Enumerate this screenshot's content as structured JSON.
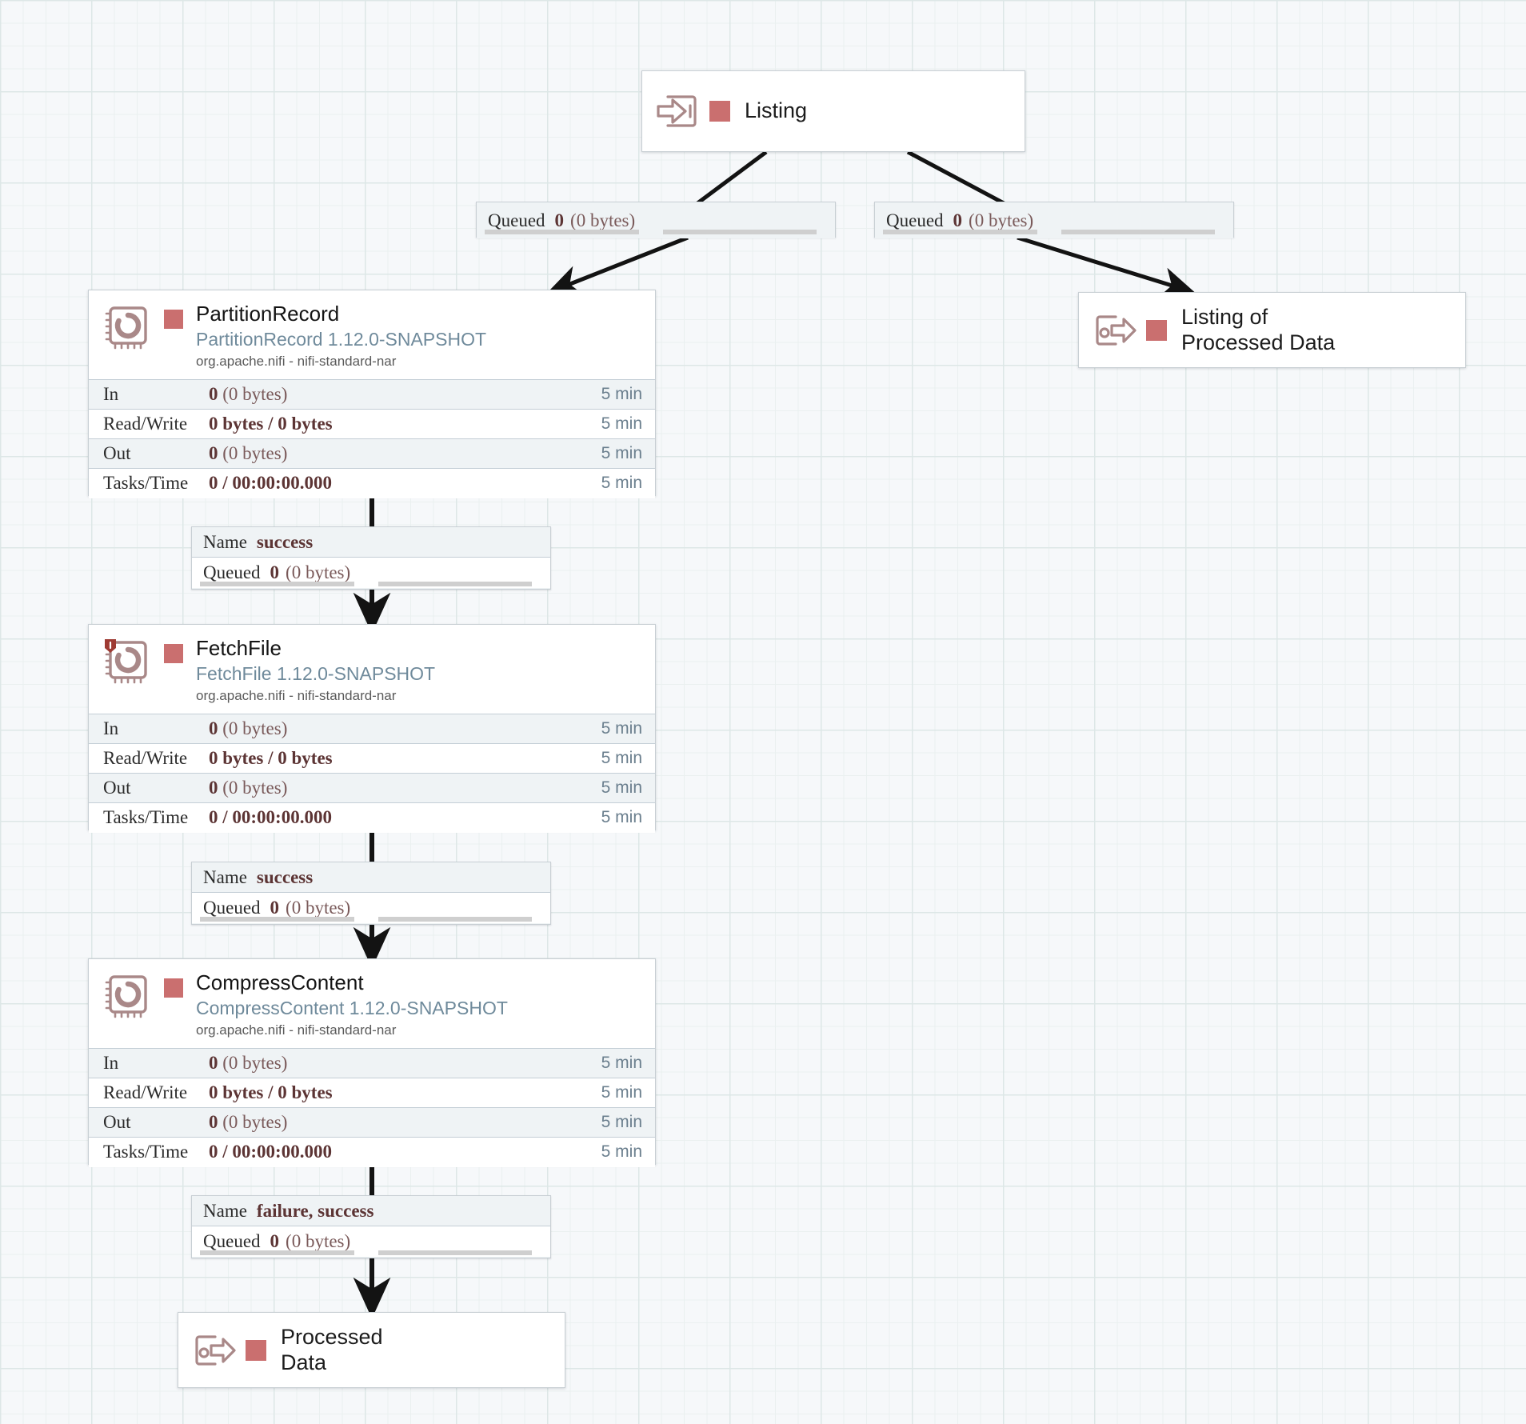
{
  "canvas": {
    "background": "#f6f8fa",
    "grid_color": "#dde7e7",
    "accent_running": "#ca6f6f",
    "icon_color": "#a98888",
    "type_color": "#6f8a9b",
    "edge_color": "#131313"
  },
  "nodes": {
    "listing_port": {
      "label": "Listing",
      "icon": "input-port-icon",
      "kind": "input-port"
    },
    "listing_of_processed_data_port": {
      "label": "Listing of\nProcessed Data",
      "icon": "output-port-icon",
      "kind": "output-port"
    },
    "processed_data_port": {
      "label": "Processed\nData",
      "icon": "output-port-icon",
      "kind": "output-port"
    },
    "partition_record": {
      "name": "PartitionRecord",
      "type": "PartitionRecord 1.12.0-SNAPSHOT",
      "bundle": "org.apache.nifi - nifi-standard-nar",
      "icon": "processor-icon",
      "has_badge": false,
      "stats": [
        {
          "label": "In",
          "value": "0",
          "suffix": " (0 bytes)",
          "bold_value": true,
          "time": "5 min"
        },
        {
          "label": "Read/Write",
          "value": "0 bytes / 0 bytes",
          "suffix": "",
          "bold_value": true,
          "time": "5 min"
        },
        {
          "label": "Out",
          "value": "0",
          "suffix": " (0 bytes)",
          "bold_value": true,
          "time": "5 min"
        },
        {
          "label": "Tasks/Time",
          "value": "0 / 00:00:00.000",
          "suffix": "",
          "bold_value": true,
          "time": "5 min"
        }
      ]
    },
    "fetch_file": {
      "name": "FetchFile",
      "type": "FetchFile 1.12.0-SNAPSHOT",
      "bundle": "org.apache.nifi - nifi-standard-nar",
      "icon": "processor-icon",
      "has_badge": true,
      "badge": "restricted-shield-icon",
      "stats": [
        {
          "label": "In",
          "value": "0",
          "suffix": " (0 bytes)",
          "bold_value": true,
          "time": "5 min"
        },
        {
          "label": "Read/Write",
          "value": "0 bytes / 0 bytes",
          "suffix": "",
          "bold_value": true,
          "time": "5 min"
        },
        {
          "label": "Out",
          "value": "0",
          "suffix": " (0 bytes)",
          "bold_value": true,
          "time": "5 min"
        },
        {
          "label": "Tasks/Time",
          "value": "0 / 00:00:00.000",
          "suffix": "",
          "bold_value": true,
          "time": "5 min"
        }
      ]
    },
    "compress_content": {
      "name": "CompressContent",
      "type": "CompressContent 1.12.0-SNAPSHOT",
      "bundle": "org.apache.nifi - nifi-standard-nar",
      "icon": "processor-icon",
      "has_badge": false,
      "stats": [
        {
          "label": "In",
          "value": "0",
          "suffix": " (0 bytes)",
          "bold_value": true,
          "time": "5 min"
        },
        {
          "label": "Read/Write",
          "value": "0 bytes / 0 bytes",
          "suffix": "",
          "bold_value": true,
          "time": "5 min"
        },
        {
          "label": "Out",
          "value": "0",
          "suffix": " (0 bytes)",
          "bold_value": true,
          "time": "5 min"
        },
        {
          "label": "Tasks/Time",
          "value": "0 / 00:00:00.000",
          "suffix": "",
          "bold_value": true,
          "time": "5 min"
        }
      ]
    }
  },
  "connections": {
    "listing_to_partition": {
      "queued_key": "Queued",
      "queued_count": "0",
      "queued_size": "(0 bytes)"
    },
    "listing_to_listing_out": {
      "queued_key": "Queued",
      "queued_count": "0",
      "queued_size": "(0 bytes)"
    },
    "partition_to_fetch": {
      "name_key": "Name",
      "name_value": "success",
      "queued_key": "Queued",
      "queued_count": "0",
      "queued_size": "(0 bytes)"
    },
    "fetch_to_compress": {
      "name_key": "Name",
      "name_value": "success",
      "queued_key": "Queued",
      "queued_count": "0",
      "queued_size": "(0 bytes)"
    },
    "compress_to_processed": {
      "name_key": "Name",
      "name_value": "failure, success",
      "queued_key": "Queued",
      "queued_count": "0",
      "queued_size": "(0 bytes)"
    }
  }
}
